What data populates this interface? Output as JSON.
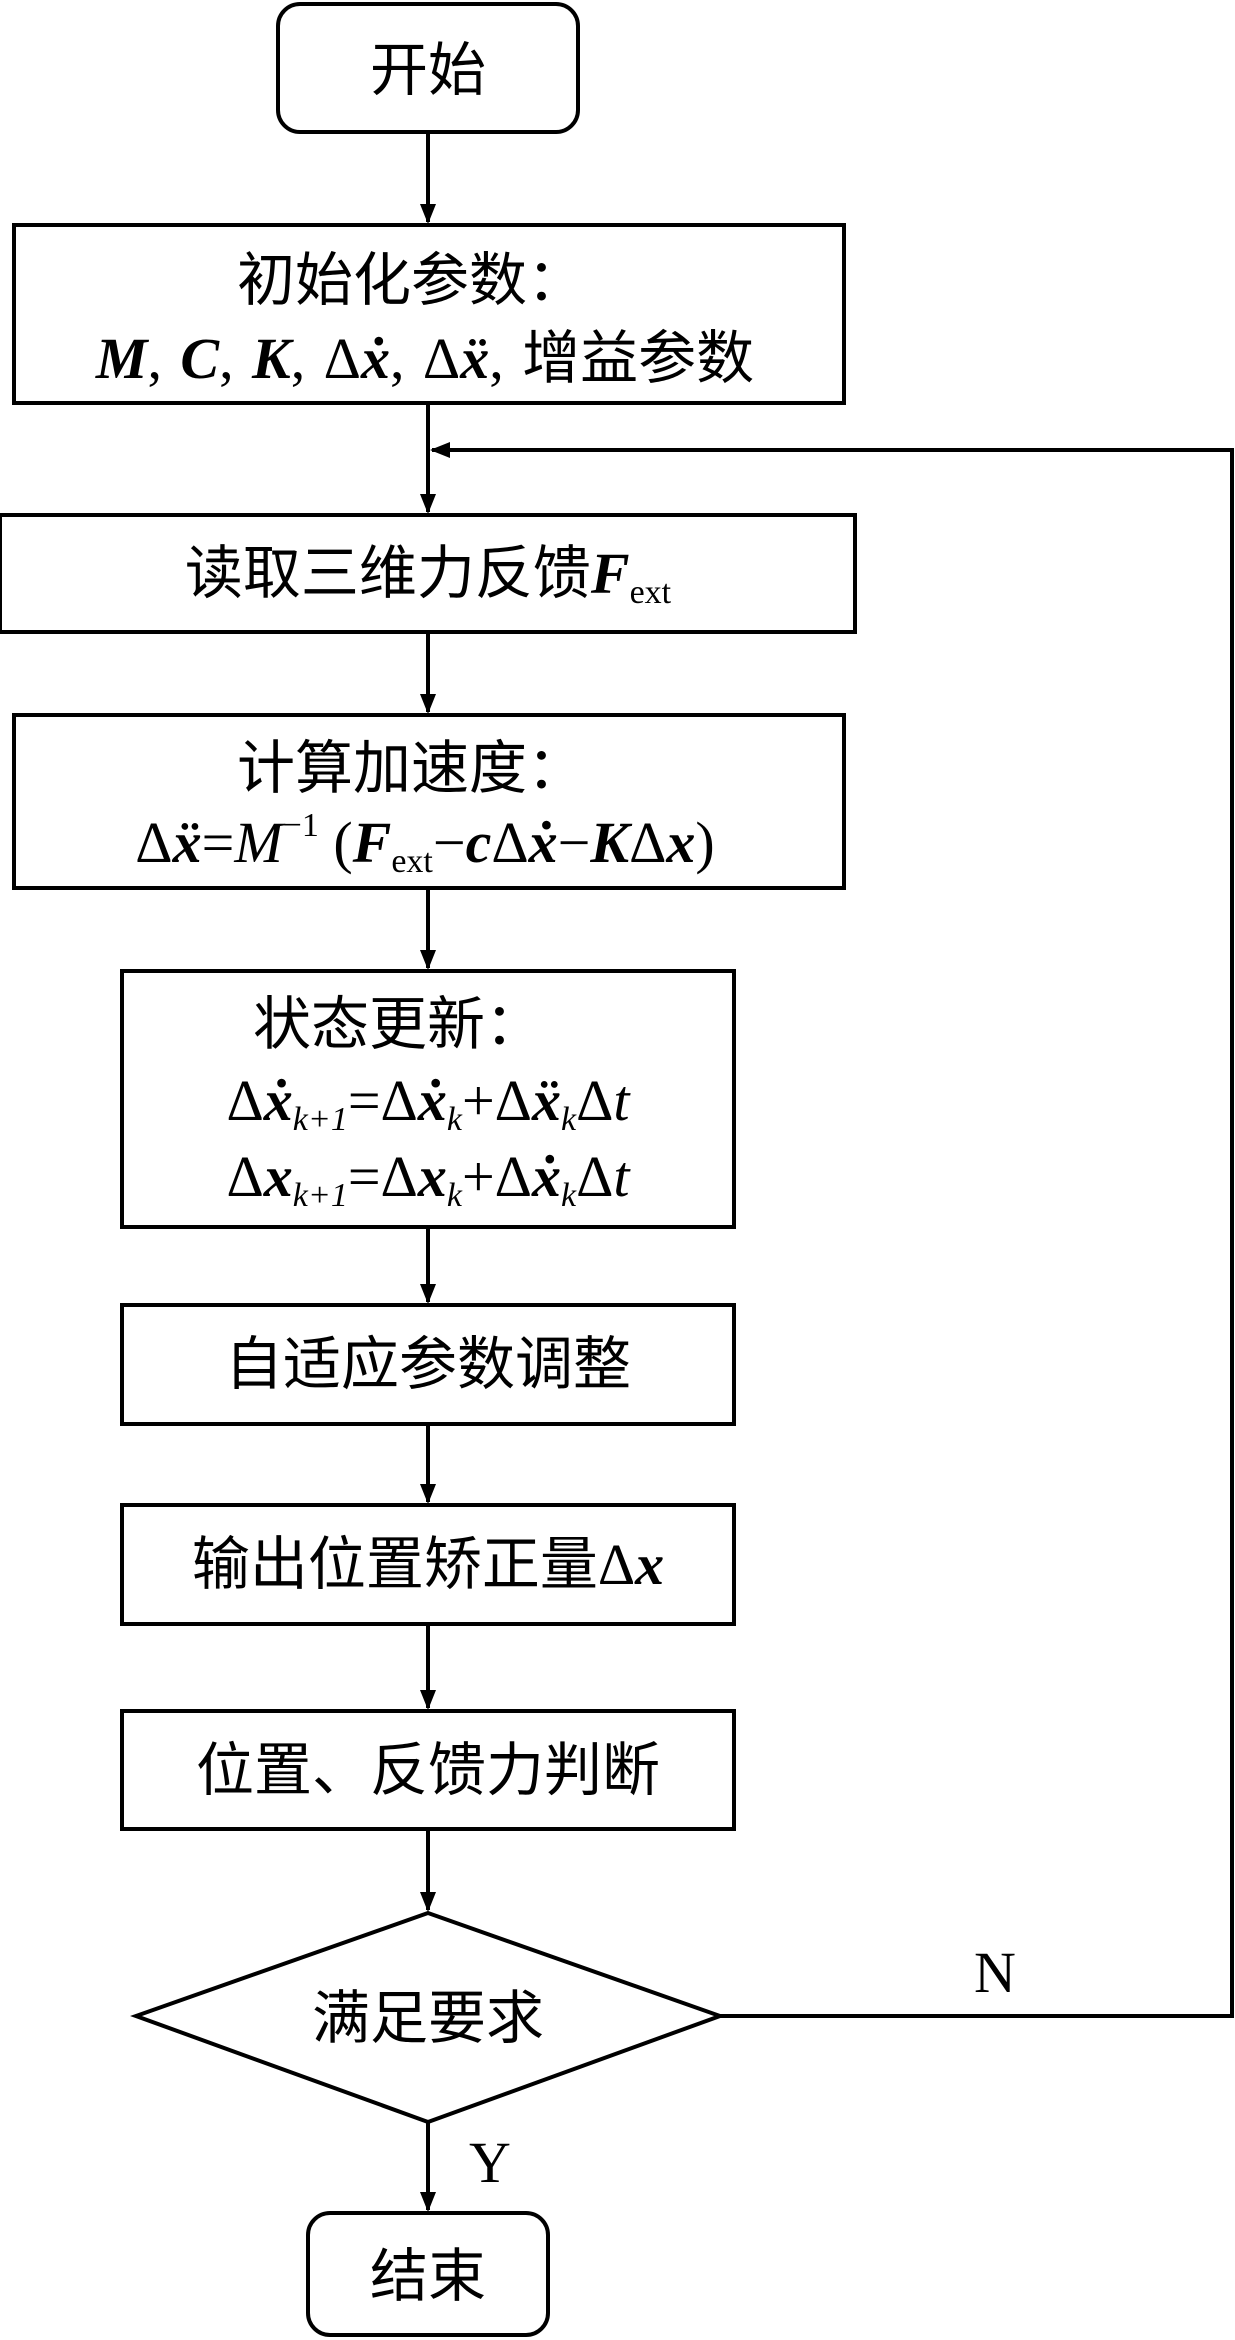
{
  "nodes": {
    "start": {
      "label": "开始"
    },
    "init": {
      "line1": "初始化参数：",
      "sym_m": "M",
      "sym_c": "C",
      "sym_k": "K",
      "delta": "Δ",
      "x_dot": "ẋ",
      "x_ddot": "ẍ",
      "comma": ",",
      "gain": "增益参数"
    },
    "read_force": {
      "label": "读取三维力反馈",
      "sym_f": "F",
      "sub_ext": "ext"
    },
    "accel": {
      "line1": "计算加速度：",
      "delta": "Δ",
      "x_ddot": "ẍ",
      "equals": "=",
      "sym_m": "M",
      "sup_inv": "−1",
      "open_paren": " (",
      "sym_f": "F",
      "sub_ext": "ext",
      "minus": "−",
      "sym_c": "c",
      "x_dot": "ẋ",
      "sym_k": "K",
      "sym_x": "x",
      "close_paren": ")"
    },
    "state_update": {
      "line1": "状态更新：",
      "delta": "Δ",
      "x_dot": "ẋ",
      "x_ddot": "ẍ",
      "sym_x": "x",
      "sym_t": "t",
      "sub_k1": "k+1",
      "sub_k": "k",
      "equals": "=",
      "plus": "+"
    },
    "adaptive": {
      "label": "自适应参数调整"
    },
    "output": {
      "label": "输出位置矫正量",
      "delta": "Δ",
      "sym_x": "x"
    },
    "judge": {
      "label": "位置、反馈力判断"
    },
    "decision": {
      "label": "满足要求"
    },
    "end": {
      "label": "结束"
    }
  },
  "edges": {
    "no_label": "N",
    "yes_label": "Y"
  }
}
